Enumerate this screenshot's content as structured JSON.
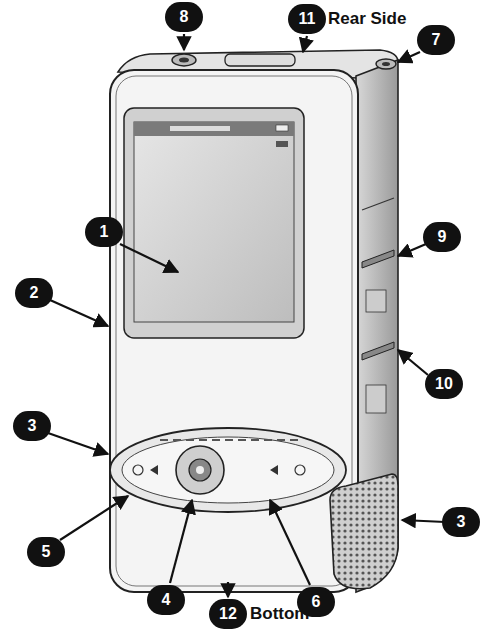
{
  "diagram": {
    "labels": [
      "8",
      "11",
      "Rear Side",
      "7",
      "1",
      "2",
      "9",
      "10",
      "3",
      "3",
      "5",
      "4",
      "6",
      "12",
      "Bottom"
    ]
  }
}
